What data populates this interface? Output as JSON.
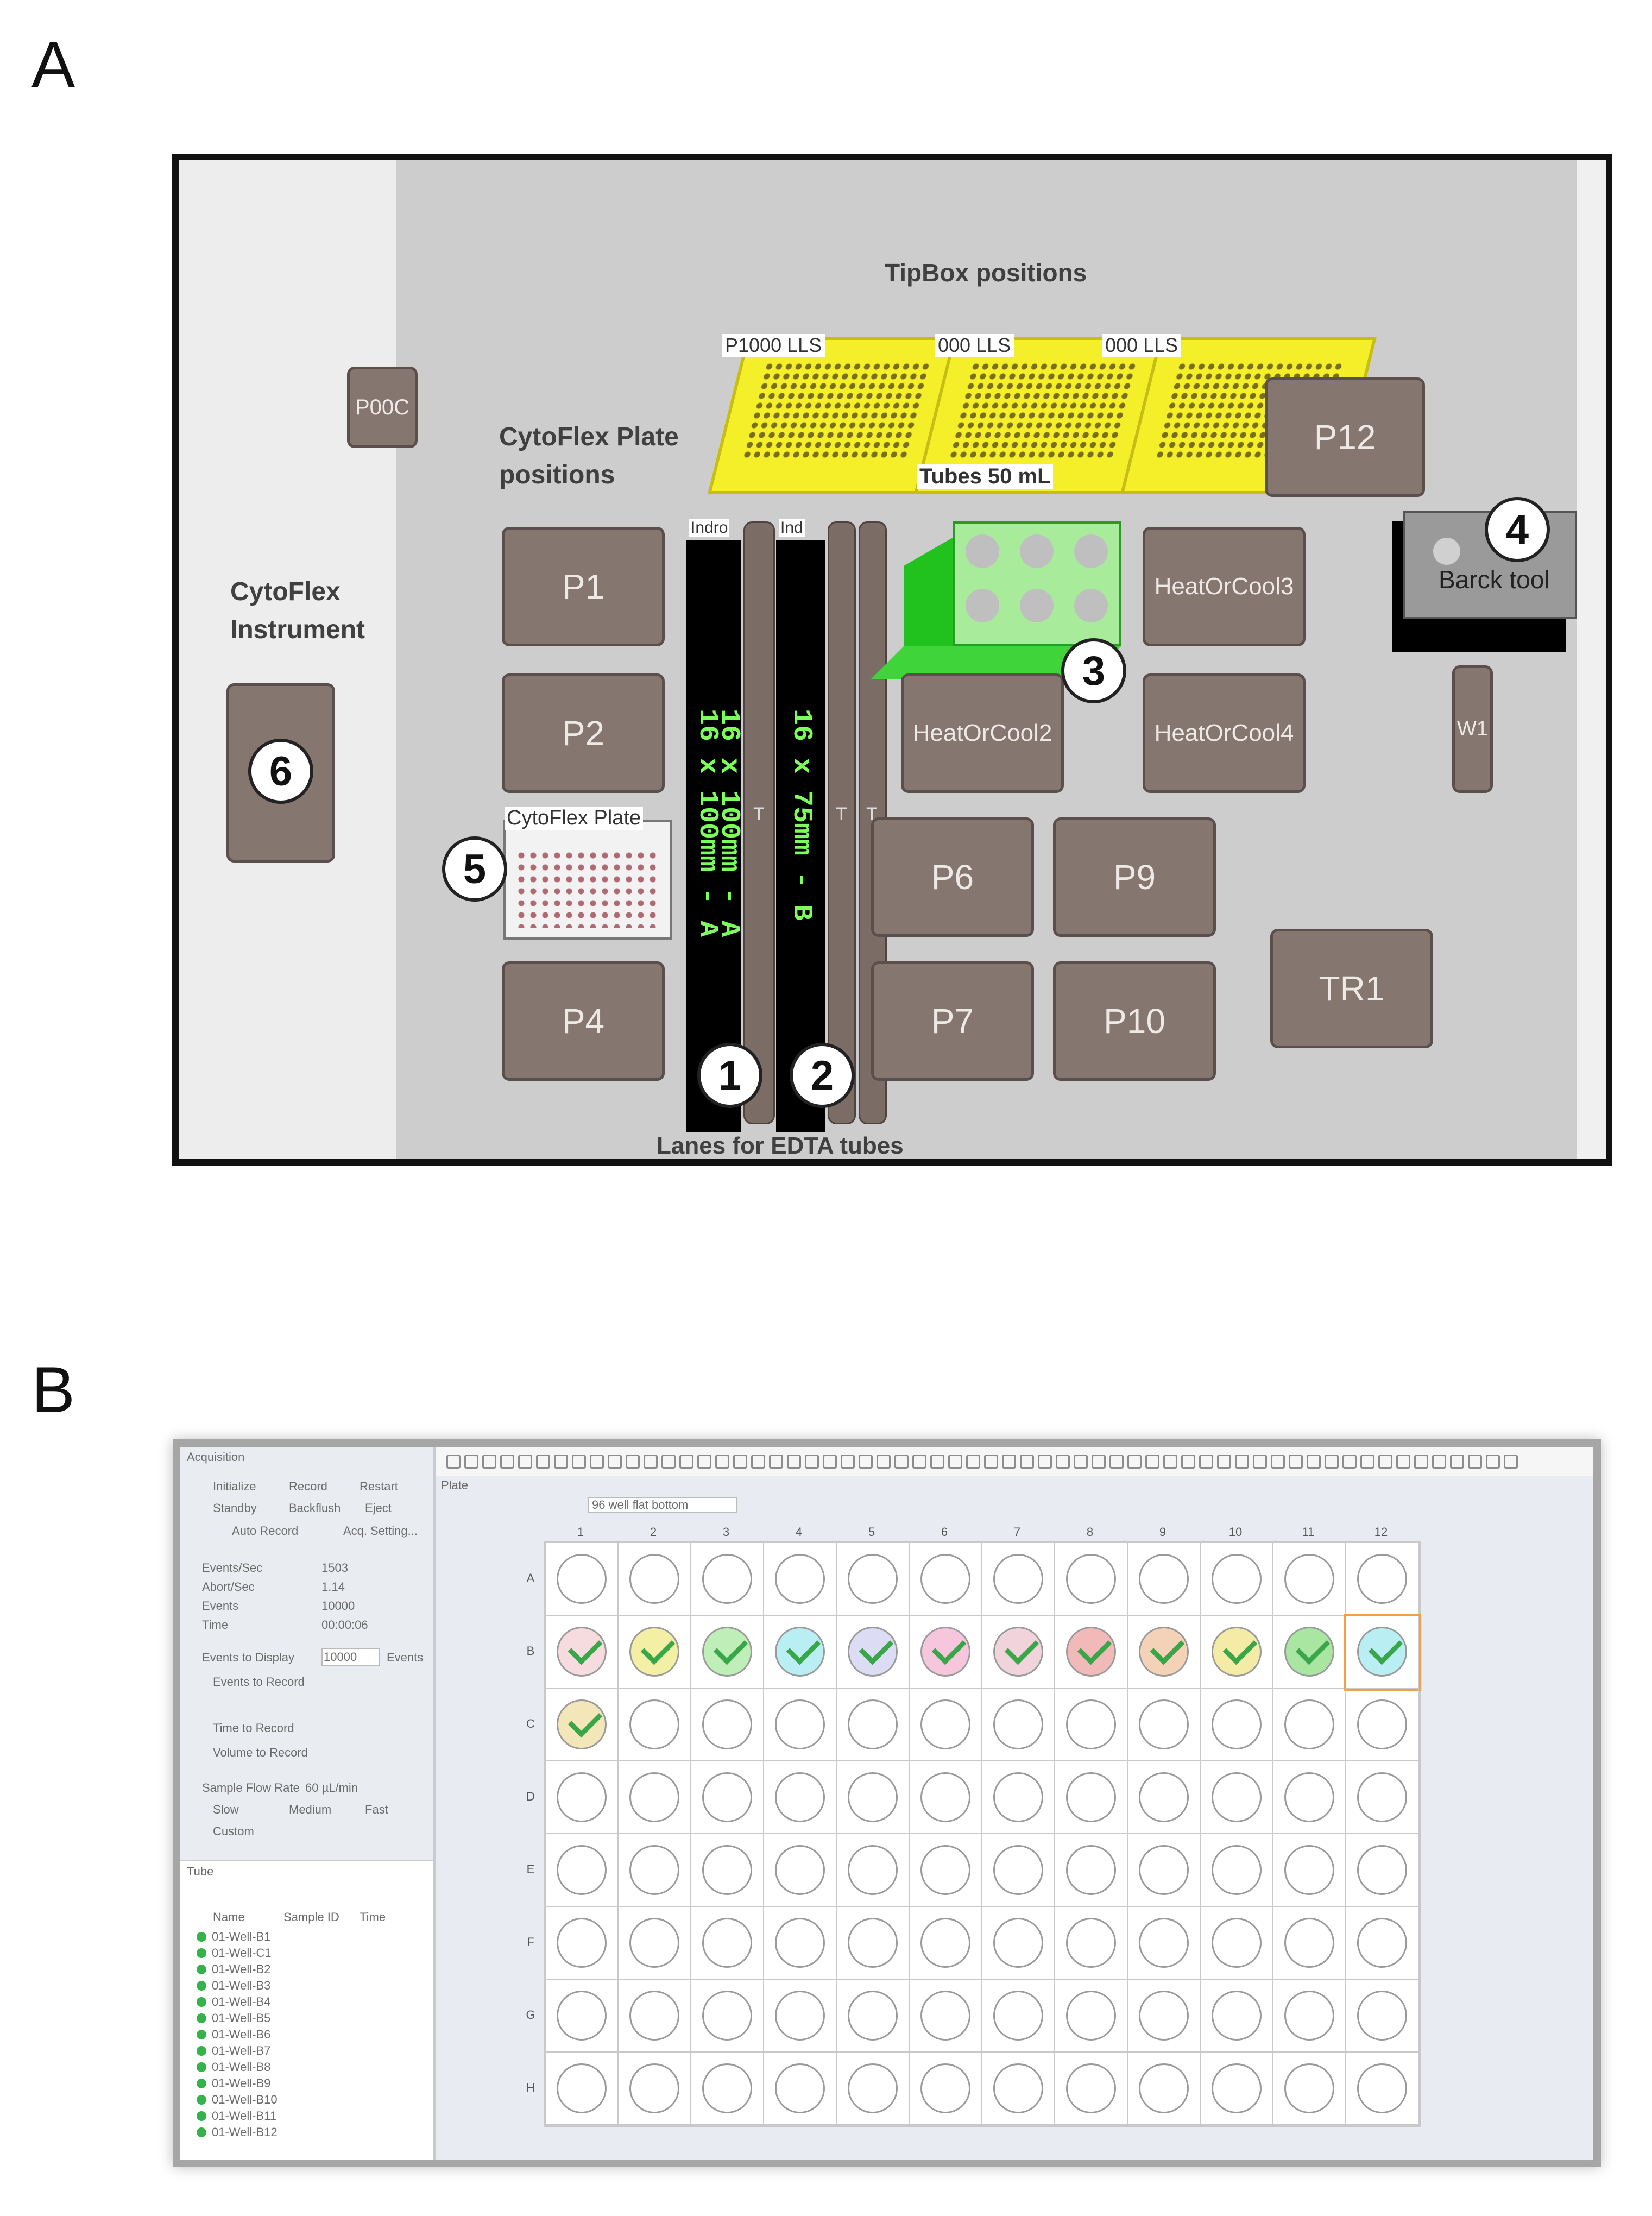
{
  "panel_a": {
    "letter": "A",
    "tipbox_title": "TipBox positions",
    "tipboxes": [
      "P1000 LLS",
      "000 LLS",
      "000 LLS"
    ],
    "pooc_label": "P00C",
    "cytoflex_plate_positions_label": "CytoFlex Plate positions",
    "cytoflex_instrument_label": "CytoFlex Instrument",
    "positions": {
      "p1": "P1",
      "p2": "P2",
      "p4": "P4",
      "p6": "P6",
      "p7": "P7",
      "p9": "P9",
      "p10": "P10",
      "p12": "P12",
      "tr1": "TR1",
      "w1": "W1",
      "heat3": "HeatOrCool3",
      "heat2": "HeatOrCool2",
      "heat4": "HeatOrCool4"
    },
    "tubes_label": "Tubes 50 mL",
    "barcode_tool_label": "Barck tool",
    "cytoflex_plate_label": "CytoFlex Plate",
    "lane_a_text": "16 x 100mm - A",
    "lane_a_text2": "16 x 100mm - A",
    "lane_b_text": "16 x 75mm - B",
    "lane_tag_1": "Indro",
    "lane_tag_2": "Ind",
    "lanes_caption": "Lanes for EDTA tubes",
    "callouts": [
      "1",
      "2",
      "3",
      "4",
      "5",
      "6"
    ],
    "t_marks": [
      "T",
      "T",
      "T"
    ],
    "colors": {
      "deck": "#cdcdcd",
      "position": "#857670",
      "tipbox": "#f5ef2a",
      "tubes": "#3fd43a",
      "lane_text": "#7cff5a"
    }
  },
  "panel_b": {
    "letter": "B",
    "acquisition_title": "Acquisition",
    "buttons": [
      "Initialize",
      "Record",
      "Restart",
      "Standby",
      "Backflush",
      "Eject",
      "Auto Record",
      "Acq. Setting..."
    ],
    "stats": [
      {
        "label": "Events/Sec",
        "value": "1503"
      },
      {
        "label": "Abort/Sec",
        "value": "1.14"
      },
      {
        "label": "Events",
        "value": "10000"
      },
      {
        "label": "Time",
        "value": "00:00:06"
      }
    ],
    "events_to_display_label": "Events to Display",
    "events_to_display_value": "10000",
    "events_unit": "Events",
    "record_options": [
      "Events to Record",
      "Time to Record",
      "Volume to Record"
    ],
    "flow_rate_label": "Sample Flow Rate",
    "flow_rate_value": "60 µL/min",
    "flow_options": [
      "Slow",
      "Medium",
      "Fast",
      "Custom"
    ],
    "tube_panel_title": "Tube",
    "tube_columns": [
      "Name",
      "Sample ID",
      "Time"
    ],
    "tubes": [
      "01-Well-B1",
      "01-Well-C1",
      "01-Well-B2",
      "01-Well-B3",
      "01-Well-B4",
      "01-Well-B5",
      "01-Well-B6",
      "01-Well-B7",
      "01-Well-B8",
      "01-Well-B9",
      "01-Well-B10",
      "01-Well-B11",
      "01-Well-B12"
    ],
    "plate_title": "Plate",
    "plate_type": "96 well flat bottom",
    "columns": [
      "1",
      "2",
      "3",
      "4",
      "5",
      "6",
      "7",
      "8",
      "9",
      "10",
      "11",
      "12"
    ],
    "rows": [
      "A",
      "B",
      "C",
      "D",
      "E",
      "F",
      "G",
      "H"
    ],
    "filled_wells": [
      {
        "well": "B1",
        "color": "#f7dcdf"
      },
      {
        "well": "B2",
        "color": "#f3f0a6"
      },
      {
        "well": "B3",
        "color": "#bfeeb9"
      },
      {
        "well": "B4",
        "color": "#b9eef2"
      },
      {
        "well": "B5",
        "color": "#dcdcf4"
      },
      {
        "well": "B6",
        "color": "#f6c6dc"
      },
      {
        "well": "B7",
        "color": "#f0d3db"
      },
      {
        "well": "B8",
        "color": "#f2b9b9"
      },
      {
        "well": "B9",
        "color": "#f3d2b8"
      },
      {
        "well": "B10",
        "color": "#f4eca6"
      },
      {
        "well": "B11",
        "color": "#a8e6a2"
      },
      {
        "well": "B12",
        "color": "#b9eef2"
      },
      {
        "well": "C1",
        "color": "#f3e6b9"
      }
    ],
    "selected_well": "B12",
    "colors": {
      "selection": "#f0a04a",
      "check": "#3aa64a"
    }
  }
}
